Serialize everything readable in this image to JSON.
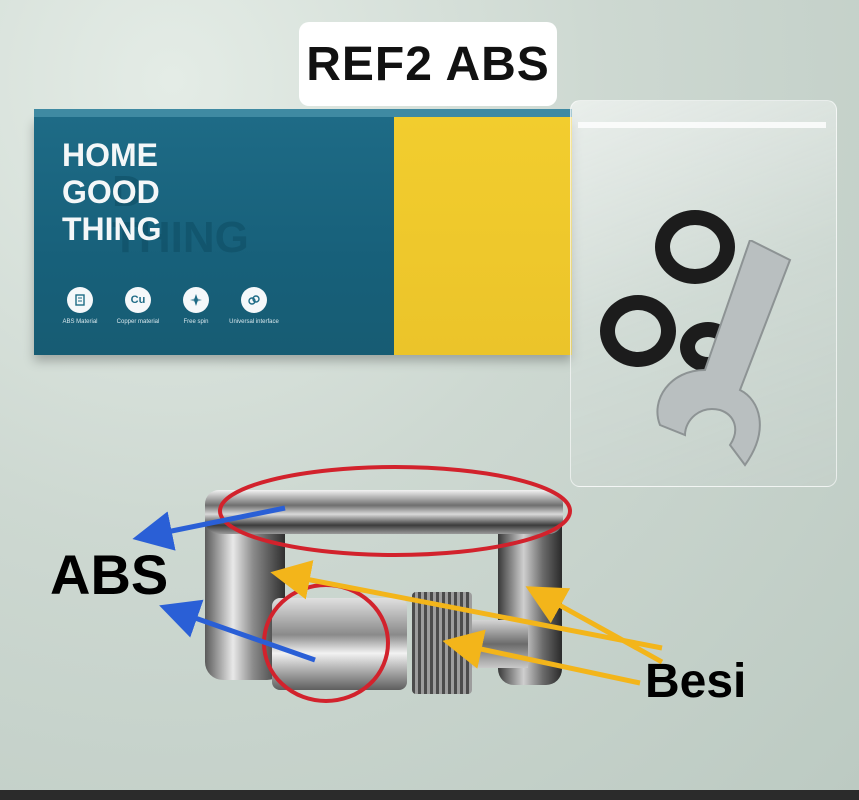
{
  "title": "REF2 ABS",
  "box": {
    "brand_lines": [
      "HOME",
      "GOOD",
      "THING"
    ],
    "brand_ghost": [
      "D",
      "THING"
    ],
    "features": [
      {
        "icon": "",
        "label": "ABS Material"
      },
      {
        "icon": "Cu",
        "label": "Copper material"
      },
      {
        "icon": "",
        "label": "Free spin"
      },
      {
        "icon": "",
        "label": "Universal interface"
      }
    ],
    "colors": {
      "teal": "#1e6b86",
      "yellow": "#f2cd2e"
    }
  },
  "labels": {
    "abs": "ABS",
    "besi": "Besi"
  },
  "annotation_colors": {
    "circle": "#d2222c",
    "blue_arrow": "#2a5fd6",
    "yellow_arrow": "#f3b51a"
  }
}
